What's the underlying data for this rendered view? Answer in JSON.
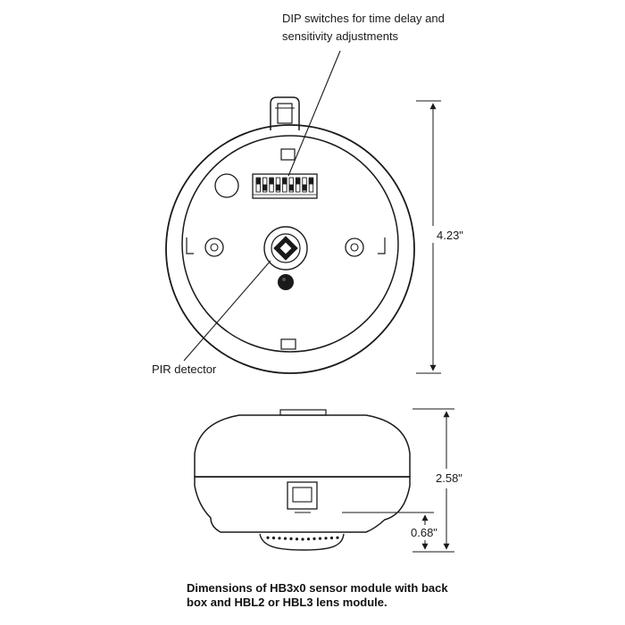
{
  "callouts": {
    "dip_switches_line1": "DIP switches for time delay and",
    "dip_switches_line2": "sensitivity adjustments",
    "pir_detector": "PIR detector"
  },
  "dimensions": {
    "top_view_height": "4.23\"",
    "side_view_height": "2.58\"",
    "lens_height": "0.68\""
  },
  "caption": {
    "line1": "Dimensions of HB3x0 sensor module with back",
    "line2": "box and HBL2 or HBL3 lens module."
  }
}
